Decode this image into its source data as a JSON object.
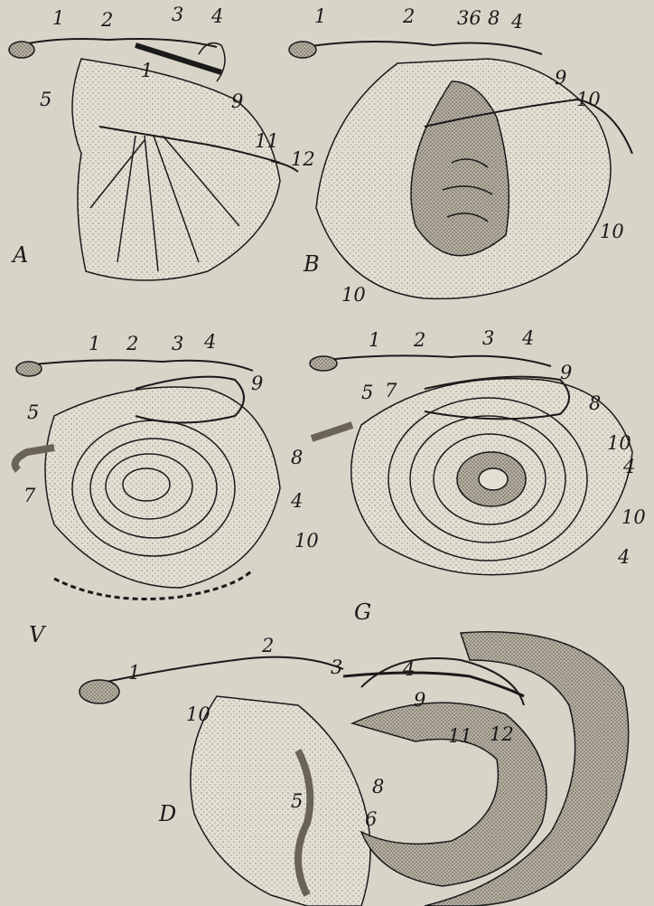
{
  "figure": {
    "panels": [
      {
        "id": "A",
        "label": "A"
      },
      {
        "id": "B",
        "label": "B"
      },
      {
        "id": "V",
        "label": "V"
      },
      {
        "id": "G",
        "label": "G"
      },
      {
        "id": "D",
        "label": "D"
      }
    ],
    "numbers": {
      "n1": "1",
      "n2": "2",
      "n3": "3",
      "n4": "4",
      "n5": "5",
      "n6": "6",
      "n7": "7",
      "n8": "8",
      "n9": "9",
      "n10": "10",
      "n11": "11",
      "n12": "12",
      "n36": "36"
    }
  },
  "colors": {
    "paper": "#d9d4c8",
    "ink": "#1a1a1a",
    "stipple": "#8a8478"
  }
}
